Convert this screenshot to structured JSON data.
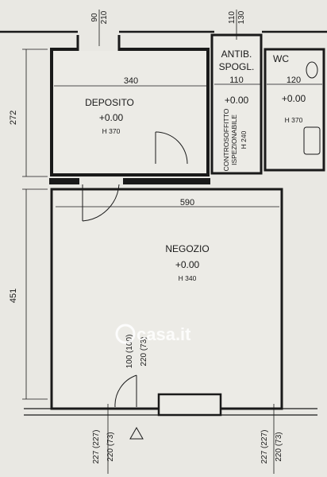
{
  "rooms": {
    "deposito": {
      "name": "DEPOSITO",
      "level": "+0.00",
      "height": "H 370"
    },
    "negozio": {
      "name": "NEGOZIO",
      "level": "+0.00",
      "height": "H 340"
    },
    "antibagno": {
      "name_line1": "ANTIB.",
      "name_line2": "SPOGL.",
      "width": "110",
      "level": "+0.00"
    },
    "wc": {
      "name": "WC",
      "width": "120",
      "level": "+0.00",
      "height": "H 370"
    },
    "controsoffitto": {
      "line1": "CONTROSOFFITTO",
      "line2": "ISPEZIONABILE",
      "line3": "H 240"
    }
  },
  "dimensions": {
    "deposito_width": "340",
    "negozio_width": "590",
    "deposito_depth": "272",
    "negozio_depth": "451",
    "top_opening_a": "90",
    "top_opening_b": "210",
    "top_opening_c": "110",
    "top_opening_d": "130",
    "door_width": "100 (100)",
    "door_height": "220 (73)",
    "bottom_left_a": "227 (227)",
    "bottom_left_b": "220 (73)",
    "bottom_right_a": "227 (227)",
    "bottom_right_b": "220 (73)"
  },
  "watermark": {
    "text": "casa.it"
  }
}
